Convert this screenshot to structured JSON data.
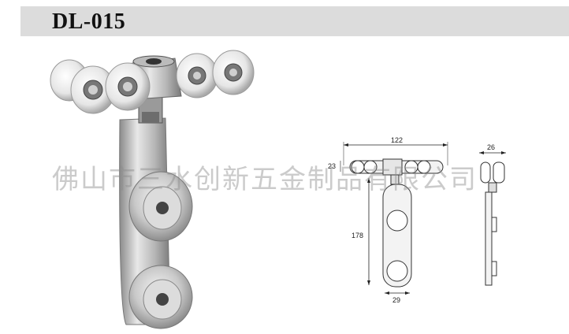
{
  "header": {
    "title": "DL-015"
  },
  "watermark": {
    "text": "佛山市三水创新五金制品有限公司"
  },
  "drawing": {
    "width_label": "122",
    "height_label": "178",
    "small_label": "23",
    "bottom_label": "29",
    "side_width_label": "26"
  }
}
